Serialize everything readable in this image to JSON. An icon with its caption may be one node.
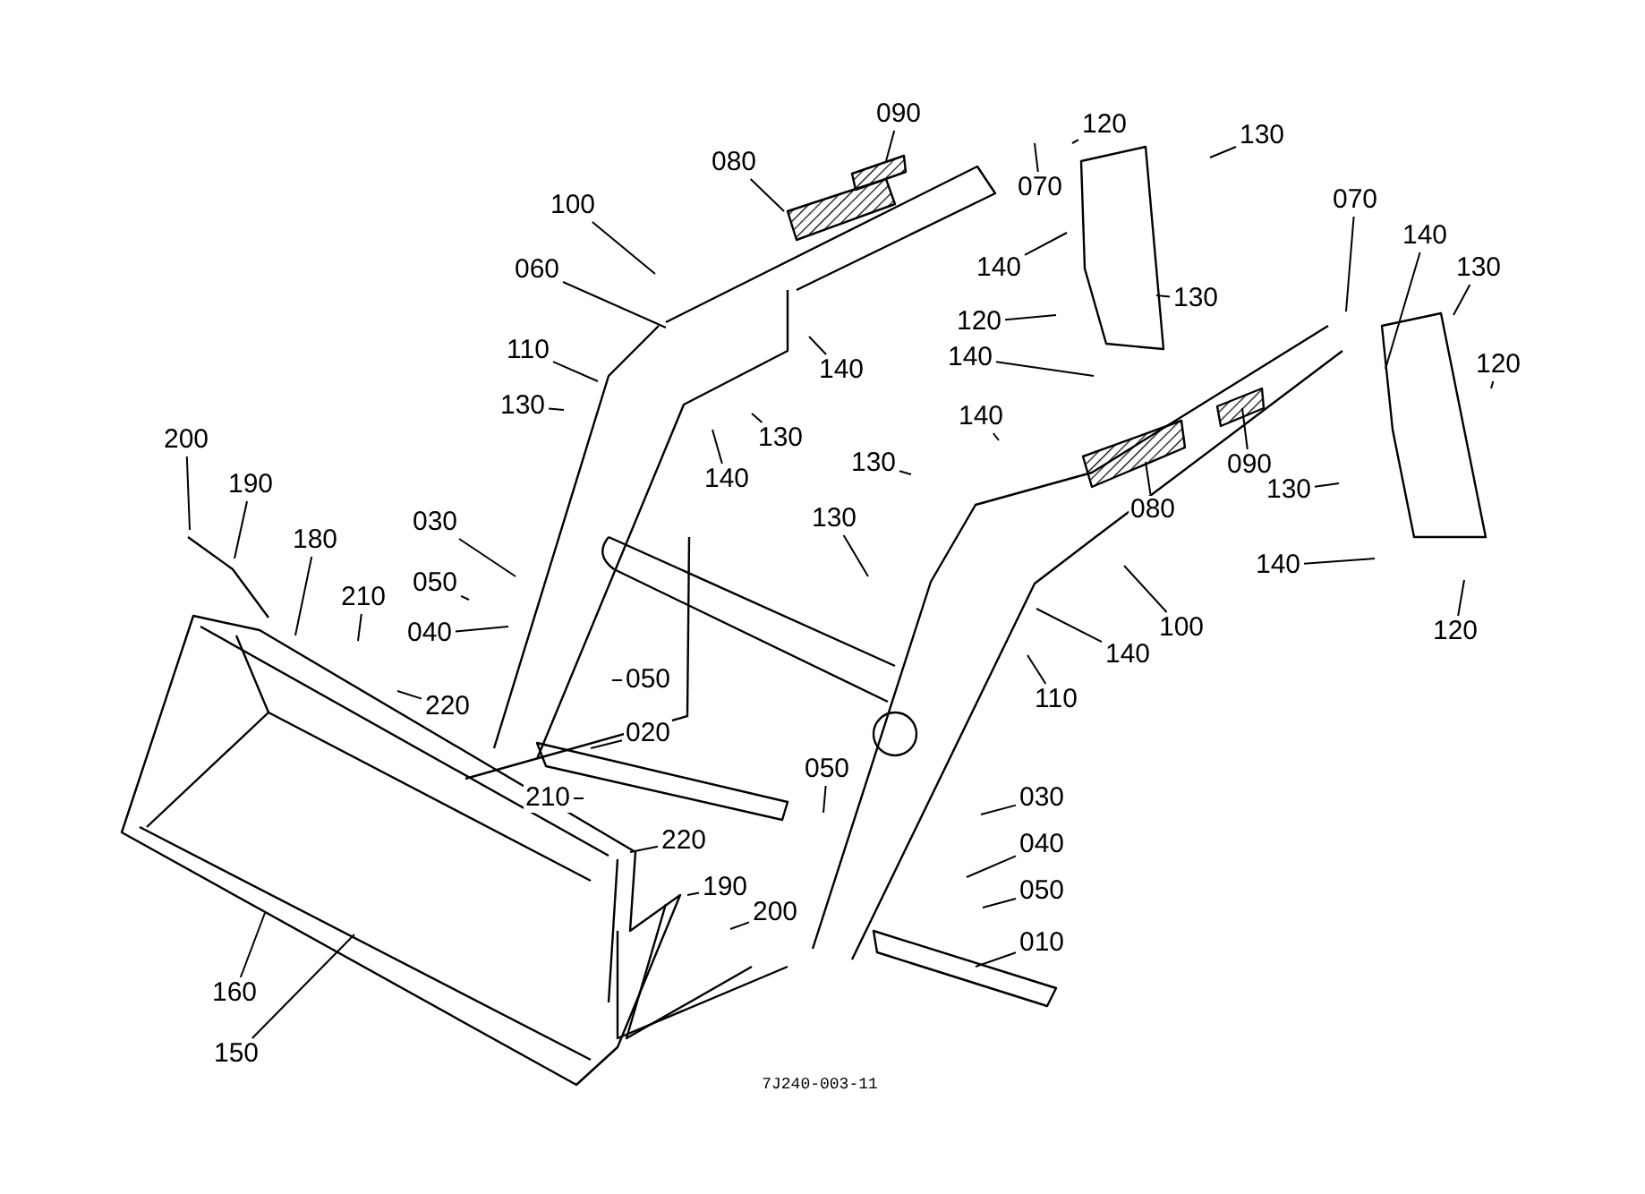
{
  "diagram": {
    "nodes": [
      {
        "text": [
          "090"
        ]
      },
      {
        "text": [
          "080"
        ]
      },
      {
        "text": [
          "100"
        ]
      },
      {
        "text": [
          "060"
        ]
      },
      {
        "text": [
          "110"
        ]
      },
      {
        "text": [
          "130"
        ]
      },
      {
        "text": [
          "130"
        ]
      },
      {
        "text": [
          "140"
        ]
      },
      {
        "text": [
          "140"
        ]
      },
      {
        "text": [
          "070"
        ]
      },
      {
        "text": [
          "120"
        ]
      },
      {
        "text": [
          "130"
        ]
      },
      {
        "text": [
          "140"
        ]
      },
      {
        "text": [
          "130"
        ]
      },
      {
        "text": [
          "120"
        ]
      },
      {
        "text": [
          "140"
        ]
      },
      {
        "text": [
          "070"
        ]
      },
      {
        "text": [
          "140"
        ]
      },
      {
        "text": [
          "130"
        ]
      },
      {
        "text": [
          "120"
        ]
      },
      {
        "text": [
          "090"
        ]
      },
      {
        "text": [
          "080"
        ]
      },
      {
        "text": [
          "130"
        ]
      },
      {
        "text": [
          "140"
        ]
      },
      {
        "text": [
          "120"
        ]
      },
      {
        "text": [
          "140"
        ]
      },
      {
        "text": [
          "130"
        ]
      },
      {
        "text": [
          "130"
        ]
      },
      {
        "text": [
          "100"
        ]
      },
      {
        "text": [
          "140"
        ]
      },
      {
        "text": [
          "110"
        ]
      },
      {
        "text": [
          "200"
        ]
      },
      {
        "text": [
          "190"
        ]
      },
      {
        "text": [
          "180"
        ]
      },
      {
        "text": [
          "210"
        ]
      },
      {
        "text": [
          "030"
        ]
      },
      {
        "text": [
          "050"
        ]
      },
      {
        "text": [
          "040"
        ]
      },
      {
        "text": [
          "050"
        ]
      },
      {
        "text": [
          "020"
        ]
      },
      {
        "text": [
          "210"
        ]
      },
      {
        "text": [
          "220"
        ]
      },
      {
        "text": [
          "220"
        ]
      },
      {
        "text": [
          "190"
        ]
      },
      {
        "text": [
          "200"
        ]
      },
      {
        "text": [
          "050"
        ]
      },
      {
        "text": [
          "030"
        ]
      },
      {
        "text": [
          "040"
        ]
      },
      {
        "text": [
          "050"
        ]
      },
      {
        "text": [
          "010"
        ]
      },
      {
        "text": [
          "160"
        ]
      },
      {
        "text": [
          "150"
        ]
      }
    ],
    "edges": [
      {
        "from": 0,
        "to": null,
        "arrow": "none"
      },
      {
        "from": 1,
        "to": null,
        "arrow": "none"
      },
      {
        "from": 2,
        "to": null,
        "arrow": "none"
      },
      {
        "from": 3,
        "to": null,
        "arrow": "none"
      },
      {
        "from": 4,
        "to": null,
        "arrow": "none"
      },
      {
        "from": 5,
        "to": null,
        "arrow": "none"
      },
      {
        "from": 6,
        "to": null,
        "arrow": "none"
      },
      {
        "from": 7,
        "to": null,
        "arrow": "none"
      },
      {
        "from": 8,
        "to": null,
        "arrow": "none"
      },
      {
        "from": 9,
        "to": null,
        "arrow": "none"
      },
      {
        "from": 10,
        "to": null,
        "arrow": "none"
      },
      {
        "from": 11,
        "to": null,
        "arrow": "none"
      },
      {
        "from": 12,
        "to": null,
        "arrow": "none"
      },
      {
        "from": 13,
        "to": null,
        "arrow": "none"
      },
      {
        "from": 14,
        "to": null,
        "arrow": "none"
      },
      {
        "from": 15,
        "to": null,
        "arrow": "none"
      },
      {
        "from": 16,
        "to": null,
        "arrow": "none"
      },
      {
        "from": 17,
        "to": null,
        "arrow": "none"
      },
      {
        "from": 18,
        "to": null,
        "arrow": "none"
      },
      {
        "from": 19,
        "to": null,
        "arrow": "none"
      },
      {
        "from": 20,
        "to": null,
        "arrow": "none"
      },
      {
        "from": 21,
        "to": null,
        "arrow": "none"
      },
      {
        "from": 22,
        "to": null,
        "arrow": "none"
      },
      {
        "from": 23,
        "to": null,
        "arrow": "none"
      },
      {
        "from": 24,
        "to": null,
        "arrow": "none"
      },
      {
        "from": 25,
        "to": null,
        "arrow": "none"
      },
      {
        "from": 26,
        "to": null,
        "arrow": "none"
      },
      {
        "from": 27,
        "to": null,
        "arrow": "none"
      },
      {
        "from": 28,
        "to": null,
        "arrow": "none"
      },
      {
        "from": 29,
        "to": null,
        "arrow": "none"
      },
      {
        "from": 30,
        "to": null,
        "arrow": "none"
      },
      {
        "from": 31,
        "to": null,
        "arrow": "none"
      },
      {
        "from": 32,
        "to": null,
        "arrow": "none"
      },
      {
        "from": 33,
        "to": null,
        "arrow": "none"
      },
      {
        "from": 34,
        "to": null,
        "arrow": "none"
      },
      {
        "from": 35,
        "to": null,
        "arrow": "none"
      },
      {
        "from": 36,
        "to": null,
        "arrow": "none"
      },
      {
        "from": 37,
        "to": null,
        "arrow": "none"
      },
      {
        "from": 38,
        "to": null,
        "arrow": "none"
      },
      {
        "from": 39,
        "to": null,
        "arrow": "none"
      },
      {
        "from": 40,
        "to": null,
        "arrow": "none"
      },
      {
        "from": 41,
        "to": null,
        "arrow": "none"
      },
      {
        "from": 42,
        "to": null,
        "arrow": "none"
      },
      {
        "from": 43,
        "to": null,
        "arrow": "none"
      },
      {
        "from": 44,
        "to": null,
        "arrow": "none"
      },
      {
        "from": 45,
        "to": null,
        "arrow": "none"
      },
      {
        "from": 46,
        "to": null,
        "arrow": "none"
      },
      {
        "from": 47,
        "to": null,
        "arrow": "none"
      },
      {
        "from": 48,
        "to": null,
        "arrow": "none"
      },
      {
        "from": 49,
        "to": null,
        "arrow": "none"
      },
      {
        "from": 50,
        "to": null,
        "arrow": "none"
      },
      {
        "from": 51,
        "to": null,
        "arrow": "none"
      }
    ],
    "labels": [
      "7J240-003-11"
    ]
  }
}
